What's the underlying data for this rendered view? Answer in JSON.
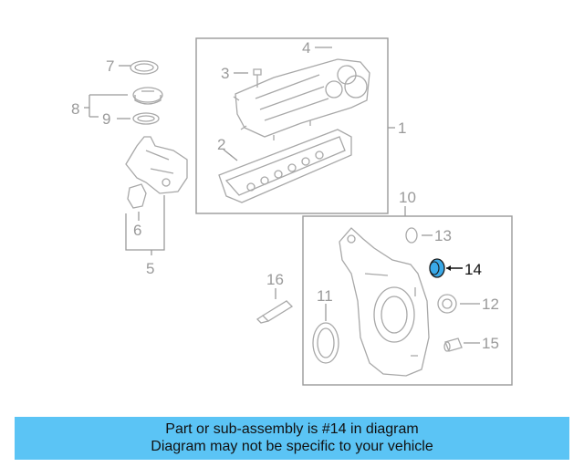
{
  "diagram": {
    "labels": {
      "p1": "1",
      "p2": "2",
      "p3": "3",
      "p4": "4",
      "p5": "5",
      "p6": "6",
      "p7": "7",
      "p8": "8",
      "p9": "9",
      "p10": "10",
      "p11": "11",
      "p12": "12",
      "p13": "13",
      "p14": "14",
      "p15": "15",
      "p16": "16"
    },
    "highlighted_part": "14",
    "colors": {
      "highlight": "#3aa9e8",
      "banner": "#5bc4f5",
      "line": "#a8a8a8"
    }
  },
  "banner": {
    "line1": "Part or sub-assembly is #14 in diagram",
    "line2": "Diagram may not be specific to your vehicle"
  }
}
